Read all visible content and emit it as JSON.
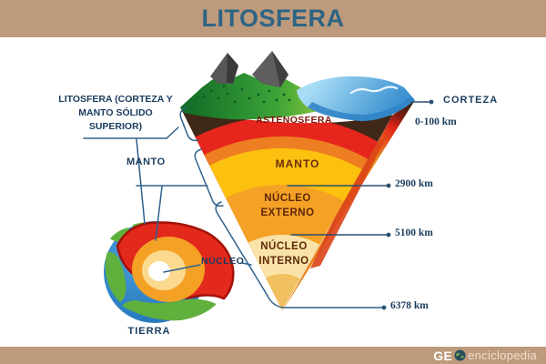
{
  "header": {
    "title": "LITOSFERA"
  },
  "labels": {
    "litosfera_line1": "LITOSFERA (CORTEZA Y",
    "litosfera_line2": "MANTO SÓLIDO",
    "litosfera_line3": "SUPERIOR)",
    "manto": "MANTO",
    "nucleo": "NÚCLEO",
    "tierra": "TIERRA",
    "corteza": "CORTEZA",
    "depth_corteza": "0-100 km",
    "depth_2900": "2900 km",
    "depth_5100": "5100 km",
    "depth_6378": "6378 km"
  },
  "wedge_layers": {
    "astenosfera": "ASTENOSFERA",
    "manto": "MANTO",
    "nucleo_externo_line1": "NÚCLEO",
    "nucleo_externo_line2": "EXTERNO",
    "nucleo_interno_line1": "NÚCLEO",
    "nucleo_interno_line2": "INTERNO"
  },
  "footer": {
    "brand_bold": "GE",
    "brand_rest": "enciclopedia"
  },
  "colors": {
    "band_tan": "#bd9a7b",
    "title_blue": "#2d6484",
    "label_navy": "#1a3c5e",
    "leader_blue": "#2e618c",
    "astenosfera_red": "#e6251d",
    "manto_yellow": "#fcc10e",
    "nucleo_externo_orange": "#f5a126",
    "nucleo_interno_cream": "#fae3a8",
    "crust_brown": "#3f2817",
    "ocean_blue": "#4796d2"
  }
}
